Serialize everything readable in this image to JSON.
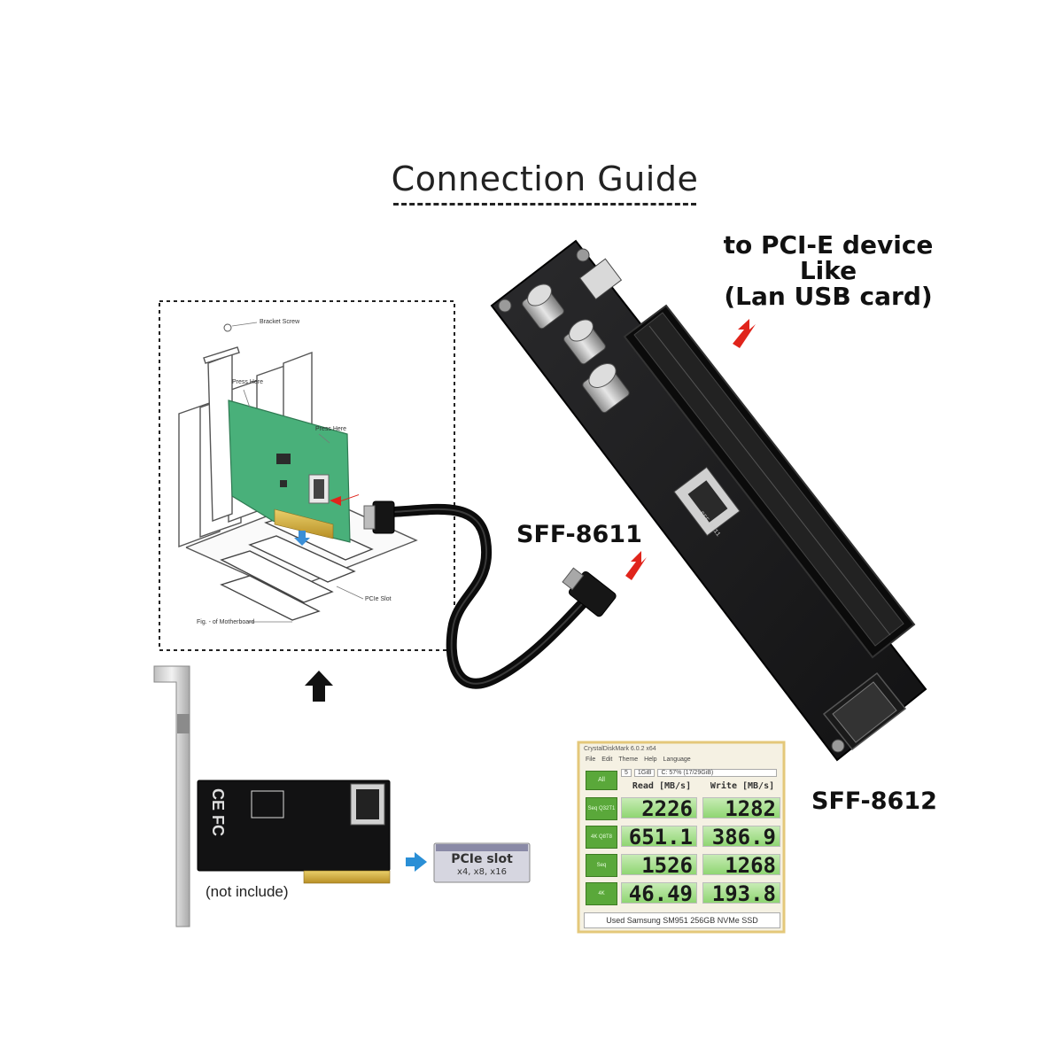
{
  "title": "Connection Guide",
  "labels": {
    "pcie_device": [
      "to PCI-E device",
      "Like",
      "(Lan USB card)"
    ],
    "sff8611": "SFF-8611",
    "sff8612": "SFF-8612",
    "not_include": "(not include)"
  },
  "install_diagram": {
    "bracket_screw": "Bracket Screw",
    "press_here_1": "Press Here",
    "press_here_2": "Press Here",
    "pcie_slot": "PCIe Slot",
    "motherboard": "Fig. - of Motherboard"
  },
  "adapter_card": {
    "silk_text": "CE FC",
    "slot_box_title": "PCIe slot",
    "slot_box_sub": "x4, x8, x16"
  },
  "riser_board": {
    "silk_text": "SFF-8611"
  },
  "benchmark": {
    "window_title": "CrystalDiskMark 6.0.2 x64",
    "menu": [
      "File",
      "Edit",
      "Theme",
      "Help",
      "Language"
    ],
    "selectors": [
      "5",
      "1GiB",
      "C: 57% (17/29GiB)"
    ],
    "all_button": "All",
    "col_read": "Read [MB/s]",
    "col_write": "Write [MB/s]",
    "rows": [
      {
        "label": "Seq Q32T1",
        "read": "2226",
        "write": "1282"
      },
      {
        "label": "4K Q8T8",
        "read": "651.1",
        "write": "386.9"
      },
      {
        "label": "Seq",
        "read": "1526",
        "write": "1268"
      },
      {
        "label": "4K",
        "read": "46.49",
        "write": "193.8"
      }
    ],
    "footer": "Used Samsung SM951 256GB NVMe SSD"
  },
  "colors": {
    "arrow_red": "#e0241b",
    "arrow_blue": "#2a8fd6",
    "green_pcb": "#49b07a",
    "black_pcb": "#1d1d1f",
    "benchmark_green": "#8fd672",
    "benchmark_frame": "#e4c87a"
  }
}
